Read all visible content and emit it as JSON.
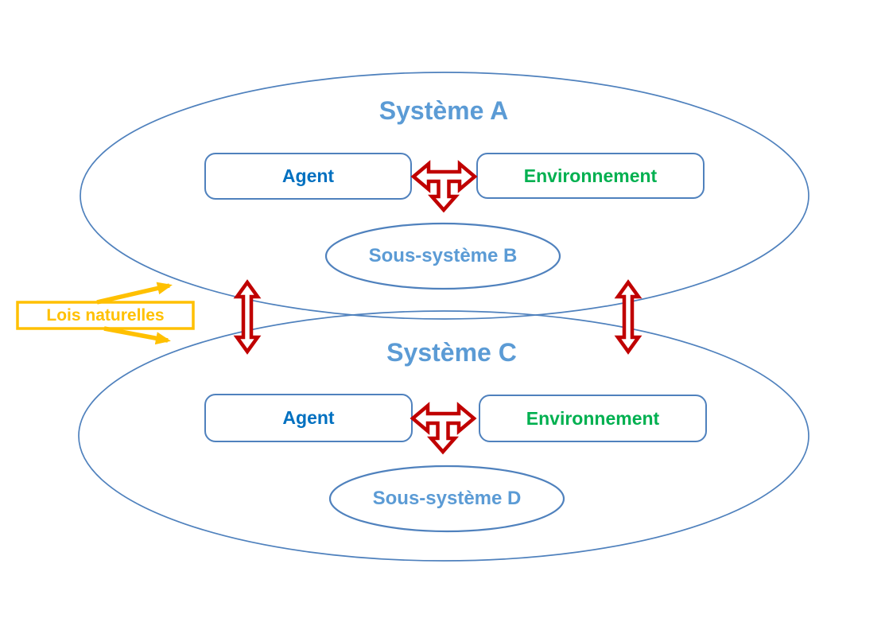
{
  "diagram": {
    "systems": [
      {
        "title": "Système A",
        "agent_label": "Agent",
        "environment_label": "Environnement",
        "subsystem_label": "Sous-système B"
      },
      {
        "title": "Système C",
        "agent_label": "Agent",
        "environment_label": "Environnement",
        "subsystem_label": "Sous-système D"
      }
    ],
    "natural_laws_label": "Lois naturelles",
    "colors": {
      "shape_outline_blue": "#4f81bd",
      "system_title_blue": "#5b9bd5",
      "agent_text_blue": "#0070c0",
      "environment_text_green": "#00b050",
      "arrow_red": "#c00000",
      "natural_laws_orange": "#ffc000",
      "background": "#ffffff"
    }
  }
}
